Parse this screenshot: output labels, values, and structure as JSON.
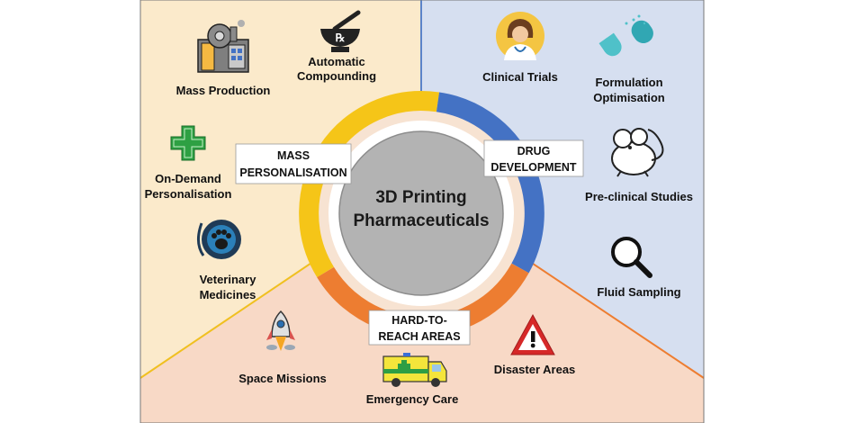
{
  "center": {
    "line1": "3D Printing",
    "line2": "Pharmaceuticals"
  },
  "sections": {
    "mass_personalisation": {
      "line1": "MASS",
      "line2": "PERSONALISATION",
      "color": "#f5c518",
      "bg": "#fbeacb"
    },
    "drug_development": {
      "line1": "DRUG",
      "line2": "DEVELOPMENT",
      "color": "#4472c4",
      "bg": "#d6dff0"
    },
    "hard_to_reach": {
      "line1": "HARD-TO-",
      "line2": "REACH AREAS",
      "color": "#ed7d31",
      "bg": "#f8d9c6"
    }
  },
  "items": {
    "mass_production": {
      "label": "Mass Production",
      "icon": "factory-icon"
    },
    "automatic_compounding": {
      "line1": "Automatic",
      "line2": "Compounding",
      "icon": "mortar-pestle-rx-icon"
    },
    "on_demand": {
      "line1": "On-Demand",
      "line2": "Personalisation",
      "icon": "green-cross-icon"
    },
    "veterinary": {
      "line1": "Veterinary",
      "line2": "Medicines",
      "icon": "paw-stethoscope-icon"
    },
    "clinical_trials": {
      "label": "Clinical Trials",
      "icon": "doctor-icon"
    },
    "formulation": {
      "line1": "Formulation",
      "line2": "Optimisation",
      "icon": "capsule-icon"
    },
    "preclinical": {
      "label": "Pre-clinical Studies",
      "icon": "mouse-icon"
    },
    "fluid_sampling": {
      "label": "Fluid Sampling",
      "icon": "magnifier-icon"
    },
    "space_missions": {
      "label": "Space Missions",
      "icon": "rocket-icon"
    },
    "emergency_care": {
      "label": "Emergency Care",
      "icon": "ambulance-icon"
    },
    "disaster_areas": {
      "label": "Disaster Areas",
      "icon": "warning-icon"
    }
  }
}
